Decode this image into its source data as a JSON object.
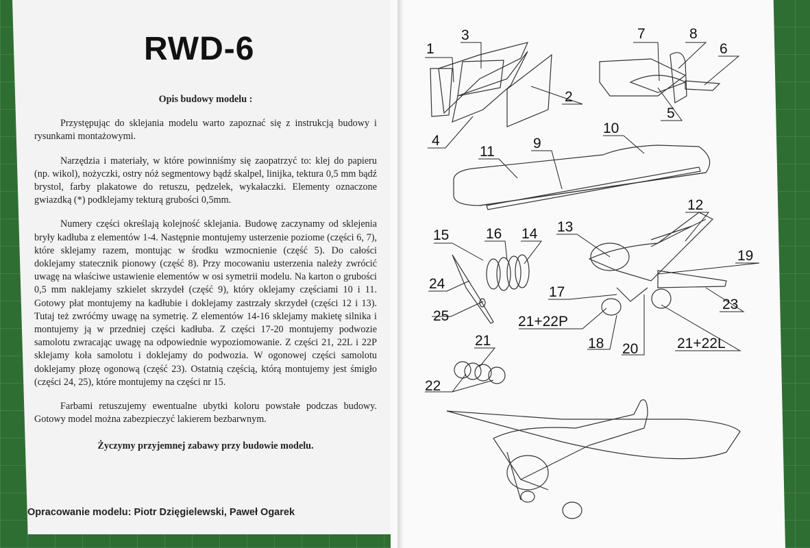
{
  "title": "RWD-6",
  "subtitle": "Opis budowy modelu :",
  "paragraphs": [
    "Przystępując do sklejania modelu warto zapoznać się z instrukcją budowy i rysunkami montażowymi.",
    "Narzędzia i materiały, w które powinniśmy się zaopatrzyć to: klej do papieru (np. wikol), nożyczki, ostry nóż segmentowy bądź skalpel, linijka, tektura 0,5 mm bądź brystol, farby plakatowe do retuszu, pędzelek, wykałaczki. Elementy oznaczone gwiazdką (*) podklejamy tekturą grubości 0,5mm.",
    "Numery części określają kolejność sklejania. Budowę zaczynamy od sklejenia bryły kadłuba z elementów 1-4. Następnie montujemy usterzenie poziome (części 6, 7), które sklejamy razem, montując w środku wzmocnienie (część 5). Do całości doklejamy statecznik pionowy (część 8). Przy mocowaniu usterzenia należy zwrócić uwagę na właściwe ustawienie elementów w osi symetrii modelu. Na karton o grubości 0,5 mm naklejamy szkielet skrzydeł (część 9), który oklejamy częściami 10 i 11. Gotowy płat montujemy na kadłubie i doklejamy zastrzały skrzydeł (części 12 i 13). Tutaj też zwróćmy uwagę na symetrię. Z elementów 14-16 sklejamy makietę silnika i montujemy ją w przedniej części kadłuba. Z części 17-20 montujemy podwozie samolotu zwracając uwagę na odpowiednie wypoziomowanie. Z części 21, 22L i 22P sklejamy koła samolotu i doklejamy do podwozia. W ogonowej części samolotu doklejamy płozę ogonową (część 23). Ostatnią częścią, którą montujemy jest śmigło (części 24, 25), które montujemy na części nr 15.",
    "Farbami retuszujemy ewentualne ubytki koloru powstałe podczas budowy. Gotowy model można zabezpieczyć lakierem bezbarwnym."
  ],
  "closing": "Życzymy przyjemnej zabawy przy budowie modelu.",
  "credit": "Opracowanie modelu: Piotr Dzięgielewski, Paweł Ogarek",
  "labels": {
    "l1": "1",
    "l2": "2",
    "l3": "3",
    "l4": "4",
    "l5": "5",
    "l6": "6",
    "l7": "7",
    "l8": "8",
    "l9": "9",
    "l10": "10",
    "l11": "11",
    "l12": "12",
    "l13": "13",
    "l14": "14",
    "l15": "15",
    "l16": "16",
    "l17": "17",
    "l18": "18",
    "l19": "19",
    "l20": "20",
    "l21": "21",
    "l21p": "21+22P",
    "l21l": "21+22L",
    "l22": "22",
    "l23": "23",
    "l24": "24",
    "l25": "25"
  }
}
